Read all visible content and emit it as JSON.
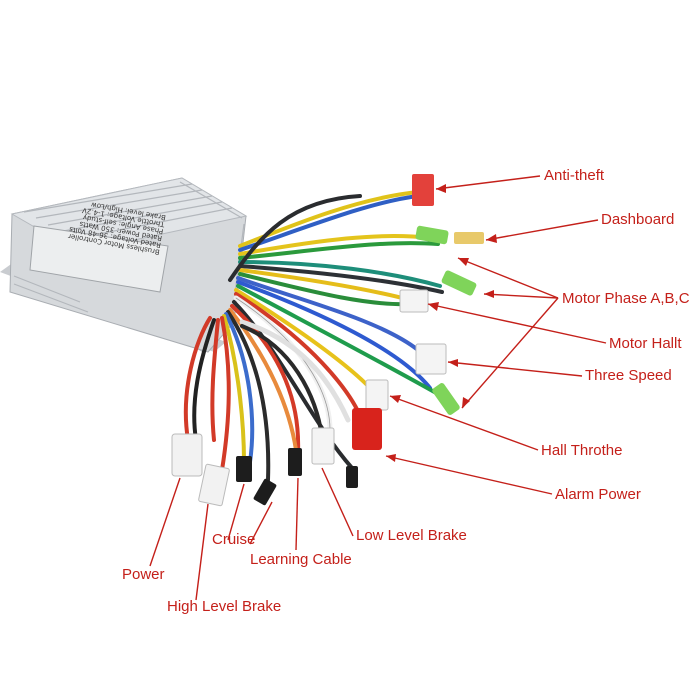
{
  "photo": {
    "subject": "brushless-motor-controller",
    "label_color": "#c4201a",
    "housing_color": "#d9dcdf",
    "plate_lines": [
      "Brushless Motor Controller",
      "Rated Voltage: 36-48 Volts",
      "Rated Power: 350 Watts",
      "Phase Angle: self-study",
      "Throttle Voltage: 1-4.2V",
      "Brake level: High/Low"
    ]
  },
  "labels": {
    "anti_theft": "Anti-theft",
    "dashboard": "Dashboard",
    "motor_phase": "Motor Phase A,B,C",
    "motor_hall": "Motor Hallt",
    "three_speed": "Three Speed",
    "hall_throttle": "Hall Throthe",
    "alarm_power": "Alarm Power",
    "low_level_brake": "Low Level Brake",
    "cruise": "Cruise",
    "learning_cable": "Learning Cable",
    "power": "Power",
    "high_level_brake": "High Level Brake"
  }
}
